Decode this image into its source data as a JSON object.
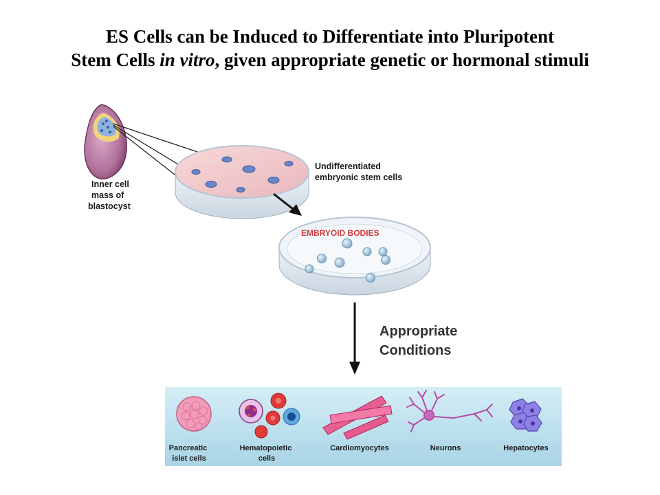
{
  "title": {
    "line1": "ES Cells can be Induced to Differentiate into Pluripotent",
    "line2_pre": "Stem Cells ",
    "line2_italic": "in vitro",
    "line2_post": ", given appropriate genetic or hormonal stimuli"
  },
  "labels": {
    "blastocyst": [
      "Inner cell",
      "mass of",
      "blastocyst"
    ],
    "undifferentiated": [
      "Undifferentiated",
      "embryonic stem cells"
    ],
    "embryoid_bodies": "EMBRYOID BODIES",
    "conditions": [
      "Appropriate",
      "Conditions"
    ]
  },
  "cell_types": [
    {
      "label": [
        "Pancreatic",
        "islet cells"
      ],
      "icon": "islet-cluster"
    },
    {
      "label": [
        "Hematopoietic",
        "cells"
      ],
      "icon": "blood-cells"
    },
    {
      "label": [
        "Cardiomyocytes"
      ],
      "icon": "muscle-fibers"
    },
    {
      "label": [
        "Neurons"
      ],
      "icon": "neuron"
    },
    {
      "label": [
        "Hepatocytes"
      ],
      "icon": "hepatocyte-cluster"
    }
  ],
  "colors": {
    "blastocyst": "#b0709a",
    "dish": "#dde6ee",
    "es_cell": "#6a86c8",
    "embryoid_body": "#8fb8d4",
    "panel_bg": "#c3e3ef",
    "fiber": "#e03b7d",
    "neuron": "#b44aa8",
    "hepatocyte": "#7d6fd6"
  }
}
